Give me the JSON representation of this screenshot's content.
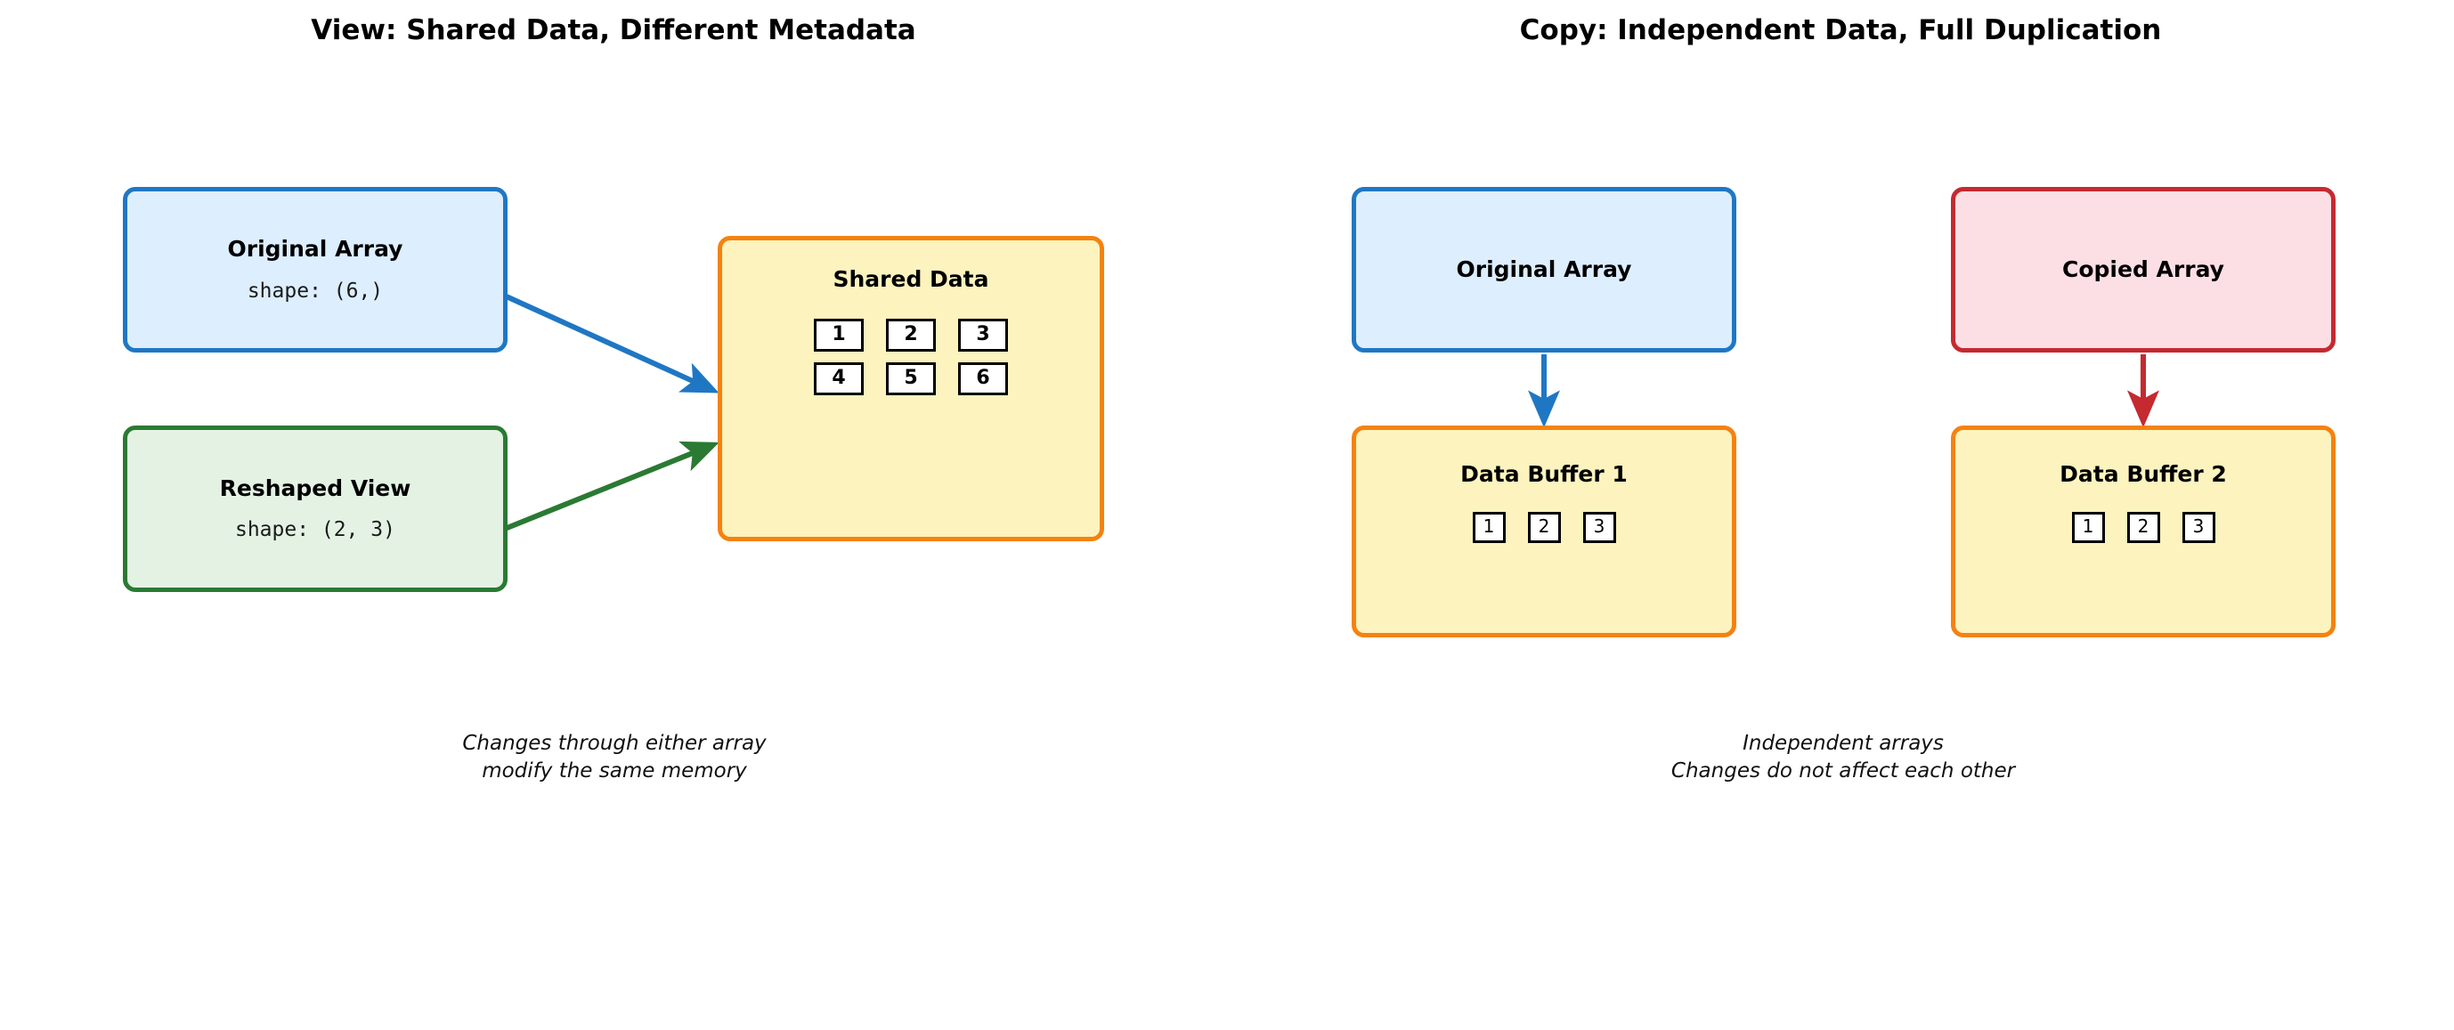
{
  "titles": {
    "left": "View: Shared Data, Different Metadata",
    "right": "Copy: Independent Data, Full Duplication"
  },
  "left_panel": {
    "original_array": {
      "title": "Original Array",
      "shape": "shape: (6,)",
      "fill": "#ddeeff",
      "stroke": "#1f77c4"
    },
    "reshaped_view": {
      "title": "Reshaped View",
      "shape": "shape: (2, 3)",
      "fill": "#e4f2e4",
      "stroke": "#2a7a33"
    },
    "shared_data": {
      "title": "Shared Data",
      "fill": "#fdf3be",
      "stroke": "#f58210",
      "rows": [
        [
          "1",
          "2",
          "3"
        ],
        [
          "4",
          "5",
          "6"
        ]
      ]
    },
    "edges": [
      {
        "name": "original-to-shared",
        "color": "#1f77c4"
      },
      {
        "name": "reshaped-to-shared",
        "color": "#2a7a33"
      }
    ],
    "caption": "Changes through either array\nmodify the same memory"
  },
  "right_panel": {
    "original_array": {
      "title": "Original Array",
      "fill": "#ddeeff",
      "stroke": "#1f77c4"
    },
    "copied_array": {
      "title": "Copied Array",
      "fill": "#fcdfe4",
      "stroke": "#c42a30"
    },
    "data_buffer_1": {
      "title": "Data Buffer 1",
      "fill": "#fdf3be",
      "stroke": "#f58210",
      "cells": [
        "1",
        "2",
        "3"
      ]
    },
    "data_buffer_2": {
      "title": "Data Buffer 2",
      "fill": "#fdf3be",
      "stroke": "#f58210",
      "cells": [
        "1",
        "2",
        "3"
      ]
    },
    "edges": [
      {
        "name": "original-to-buffer1",
        "color": "#1f77c4"
      },
      {
        "name": "copied-to-buffer2",
        "color": "#c42a30"
      }
    ],
    "caption": "Independent arrays\nChanges do not affect each other"
  }
}
